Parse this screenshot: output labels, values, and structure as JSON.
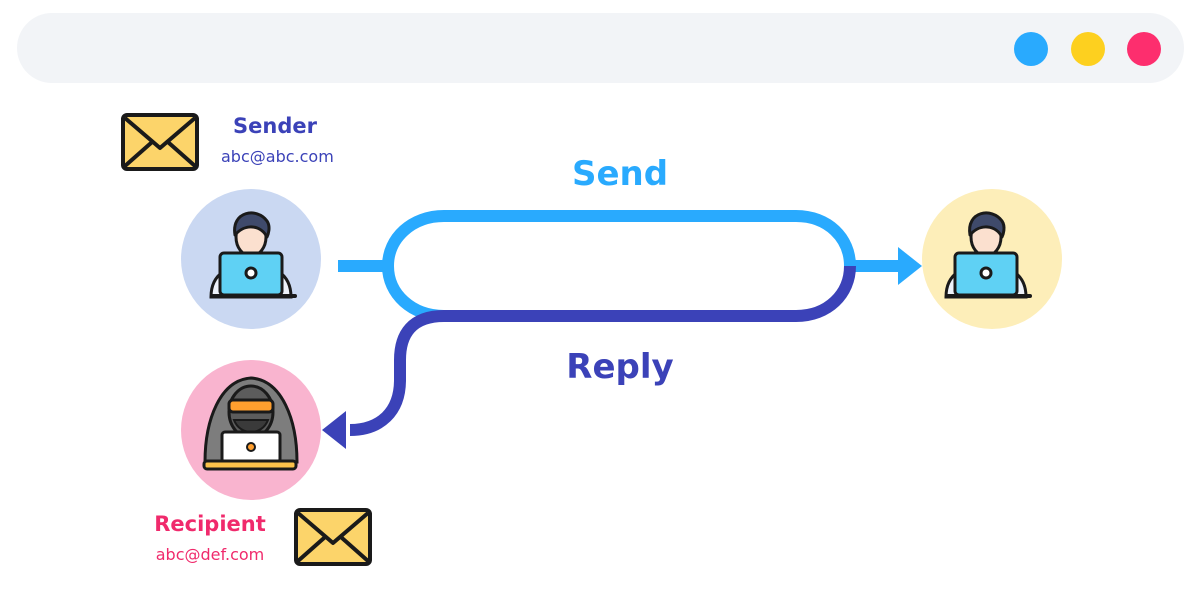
{
  "window_controls": [
    {
      "name": "blue",
      "color": "#29aafe"
    },
    {
      "name": "yellow",
      "color": "#fdd01f"
    },
    {
      "name": "red",
      "color": "#fd2e6e"
    }
  ],
  "sender": {
    "name": "Sender",
    "email": "abc@abc.com",
    "name_color": "#3b42b8",
    "email_color": "#3b42b8",
    "circle_color": "#cad8f2"
  },
  "recipient": {
    "name": "Recipient",
    "email": "abc@def.com",
    "name_color": "#f02a6c",
    "email_color": "#f02a6c",
    "circle_color": "#f9b4cf"
  },
  "receiver": {
    "circle_color": "#fdeeb9"
  },
  "flows": {
    "send_label": "Send",
    "send_color": "#29aafe",
    "reply_label": "Reply",
    "reply_color": "#3b42b8"
  },
  "icons": {
    "envelope": "envelope-icon",
    "user": "user-laptop-icon",
    "hacker": "hooded-hacker-icon"
  }
}
